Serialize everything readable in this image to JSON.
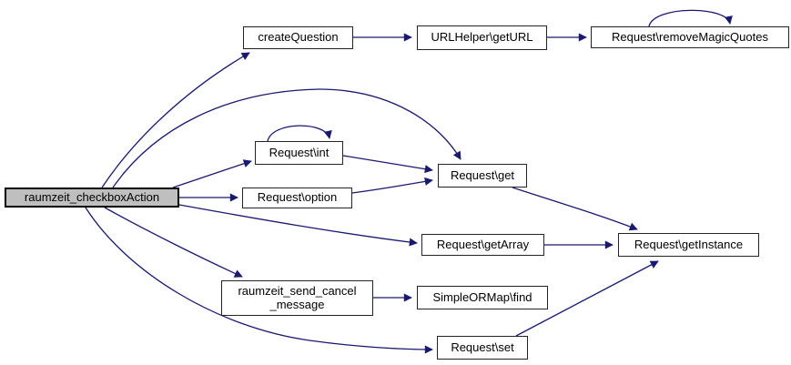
{
  "diagram": {
    "type": "call-graph",
    "background_color": "#ffffff",
    "edge_color": "#191970",
    "node_fill_color": "#ffffff",
    "node_border_color": "#000000",
    "highlight_fill_color": "#bfbfbf",
    "nodes": {
      "checkboxAction": {
        "label": "raumzeit_checkboxAction",
        "highlighted": true
      },
      "createQuestion": {
        "label": "createQuestion"
      },
      "getURL": {
        "label": "URLHelper\\getURL"
      },
      "removeMagicQuotes": {
        "label": "Request\\removeMagicQuotes"
      },
      "requestInt": {
        "label": "Request\\int"
      },
      "requestOption": {
        "label": "Request\\option"
      },
      "requestGet": {
        "label": "Request\\get"
      },
      "requestGetArray": {
        "label": "Request\\getArray"
      },
      "requestGetInstance": {
        "label": "Request\\getInstance"
      },
      "sendCancelMessage": {
        "label": "raumzeit_send_cancel_message",
        "label_line1": "raumzeit_send_cancel",
        "label_line2": "_message"
      },
      "simpleORMapFind": {
        "label": "SimpleORMap\\find"
      },
      "requestSet": {
        "label": "Request\\set"
      }
    },
    "edges": [
      {
        "from": "raumzeit_checkboxAction",
        "to": "createQuestion"
      },
      {
        "from": "raumzeit_checkboxAction",
        "to": "Request\\get"
      },
      {
        "from": "raumzeit_checkboxAction",
        "to": "Request\\int"
      },
      {
        "from": "raumzeit_checkboxAction",
        "to": "Request\\option"
      },
      {
        "from": "raumzeit_checkboxAction",
        "to": "Request\\getArray"
      },
      {
        "from": "raumzeit_checkboxAction",
        "to": "raumzeit_send_cancel_message"
      },
      {
        "from": "raumzeit_checkboxAction",
        "to": "Request\\set"
      },
      {
        "from": "createQuestion",
        "to": "URLHelper\\getURL"
      },
      {
        "from": "URLHelper\\getURL",
        "to": "Request\\removeMagicQuotes"
      },
      {
        "from": "Request\\removeMagicQuotes",
        "to": "Request\\removeMagicQuotes"
      },
      {
        "from": "Request\\int",
        "to": "Request\\int"
      },
      {
        "from": "Request\\int",
        "to": "Request\\get"
      },
      {
        "from": "Request\\option",
        "to": "Request\\get"
      },
      {
        "from": "Request\\get",
        "to": "Request\\getInstance"
      },
      {
        "from": "Request\\getArray",
        "to": "Request\\getInstance"
      },
      {
        "from": "raumzeit_send_cancel_message",
        "to": "SimpleORMap\\find"
      },
      {
        "from": "Request\\set",
        "to": "Request\\getInstance"
      }
    ]
  }
}
